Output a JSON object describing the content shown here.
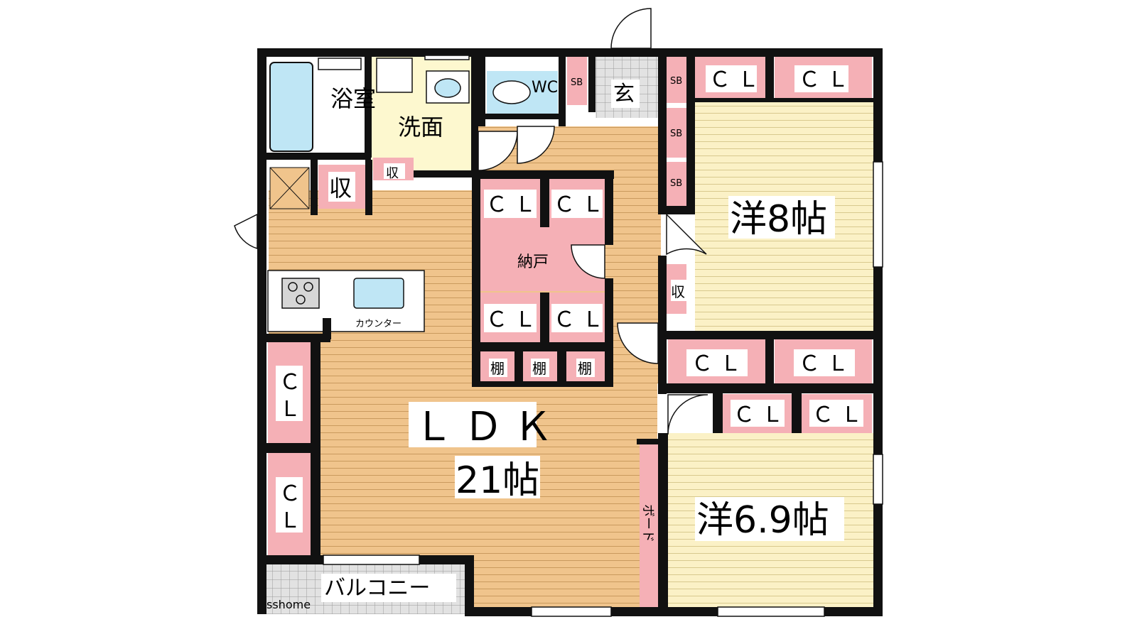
{
  "colors": {
    "wall": "#111111",
    "closet": "#f5b0b6",
    "wood_floor": "#f0c48c",
    "tatami_floor": "#fbf1c6",
    "wash_floor": "#fdf8cf",
    "tile": "#d8d8d8",
    "fixture": "#bfe6f5"
  },
  "labels": {
    "bath": "浴室",
    "washroom": "洗面",
    "wc": "WC",
    "entrance": "玄",
    "sb": "SB",
    "storage": "収",
    "closet": "ＣＬ",
    "closet_vertical": "ＣＬ",
    "nando": "納戸",
    "shelf": "棚",
    "counter": "カウンター",
    "ldk": "ＬＤＫ",
    "ldk_size": "21帖",
    "room1": "洋8帖",
    "room2": "洋6.9帖",
    "board": "ボード",
    "balcony": "バルコニー",
    "brand": "sshome"
  }
}
